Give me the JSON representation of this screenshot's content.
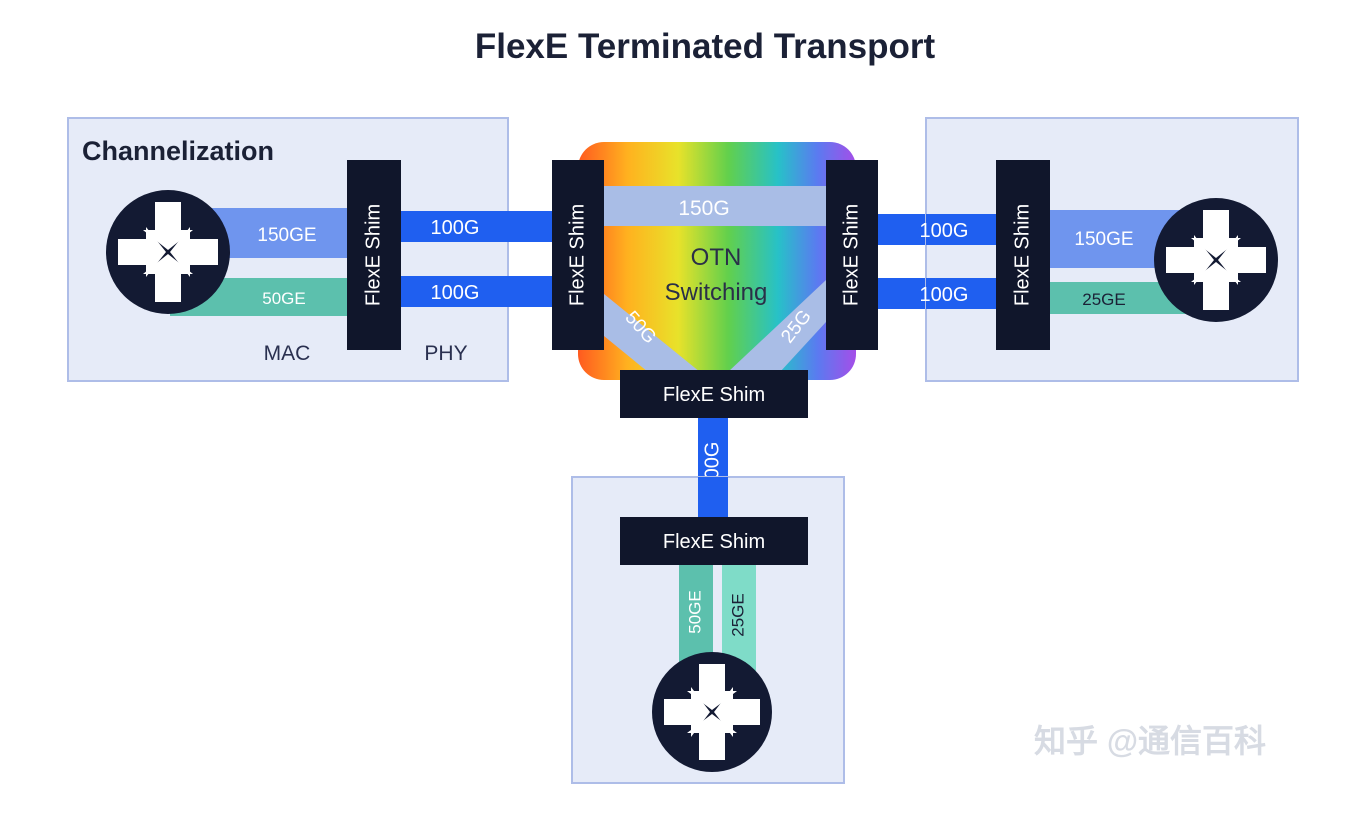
{
  "title": "FlexE Terminated Transport",
  "panels": {
    "left": {
      "title": "Channelization",
      "client_top": "150GE",
      "client_bottom": "50GE",
      "shim": "FlexE Shim",
      "layer_mac": "MAC",
      "layer_phy": "PHY"
    },
    "right": {
      "client_top": "150GE",
      "client_bottom": "25GE",
      "shim": "FlexE Shim"
    },
    "bottom": {
      "shim": "FlexE Shim",
      "client_left": "50GE",
      "client_right": "25GE"
    }
  },
  "links": {
    "left_top": "100G",
    "left_bottom": "100G",
    "right_top": "100G",
    "right_bottom": "100G",
    "down": "100G"
  },
  "otn": {
    "line1": "OTN",
    "line2": "Switching",
    "left_shim": "FlexE Shim",
    "right_shim": "FlexE Shim",
    "bottom_shim": "FlexE Shim",
    "path_top": "150G",
    "path_left": "50G",
    "path_right": "25G"
  },
  "watermark": "知乎 @通信百科",
  "colors": {
    "panel_fill": "#e6ebf8",
    "panel_border": "#aebde8",
    "shim": "#10162b",
    "link_blue": "#1f5ff0",
    "client_light_blue": "#6f95ee",
    "client_teal": "#5cc0ad",
    "otn_path": "#a9bde6",
    "router": "#131a33"
  }
}
